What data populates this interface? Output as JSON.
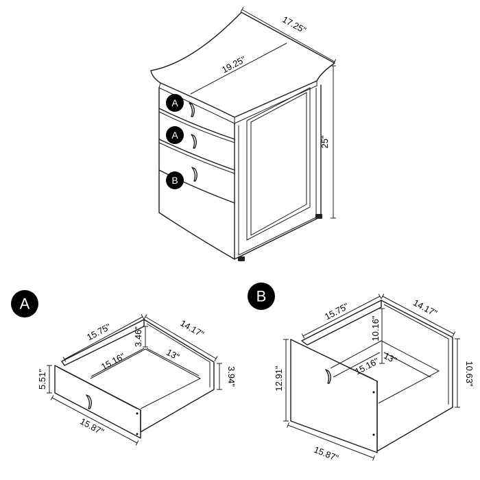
{
  "cabinet": {
    "depth": "17.25\"",
    "width": "19.25\"",
    "height": "25\"",
    "drawer_badges": [
      "A",
      "A",
      "B"
    ]
  },
  "drawer_a": {
    "badge": "A",
    "back_width": "15.75\"",
    "side_depth": "14.17\"",
    "inner_width": "15.16\"",
    "inner_depth": "13\"",
    "inner_height": "3.46\"",
    "front_height": "5.51\"",
    "side_height": "3.94\"",
    "front_width": "15.87\""
  },
  "drawer_b": {
    "badge": "B",
    "back_width": "15.75\"",
    "side_depth": "14.17\"",
    "inner_height": "10.16\"",
    "inner_width": "15.16\"",
    "inner_depth": "13\"",
    "front_height": "12.91\"",
    "side_height": "10.63\"",
    "front_width": "15.87\""
  }
}
